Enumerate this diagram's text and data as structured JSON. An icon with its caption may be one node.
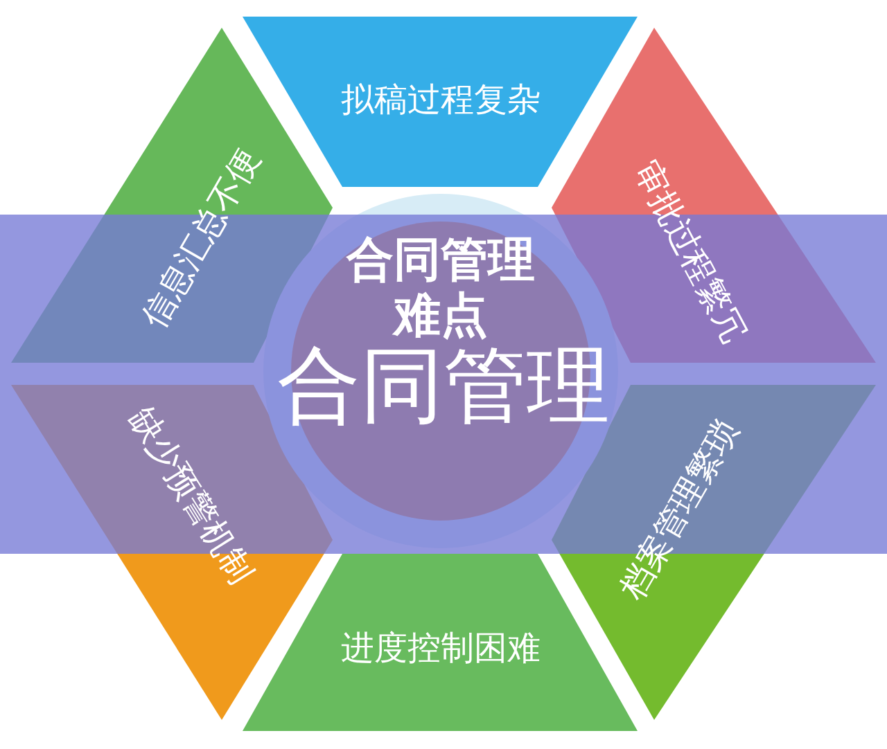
{
  "diagram": {
    "title": "合同管理",
    "nodes": [
      {
        "text": [
          "合同管理难点"
        ]
      },
      {
        "text": [
          "拟稿过程复杂"
        ]
      },
      {
        "text": [
          "审批过程繁冗"
        ]
      },
      {
        "text": [
          "档案管理繁琐"
        ]
      },
      {
        "text": [
          "进度控制困难"
        ]
      },
      {
        "text": [
          "缺少预警机制"
        ]
      },
      {
        "text": [
          "信息汇总不便"
        ]
      }
    ]
  }
}
